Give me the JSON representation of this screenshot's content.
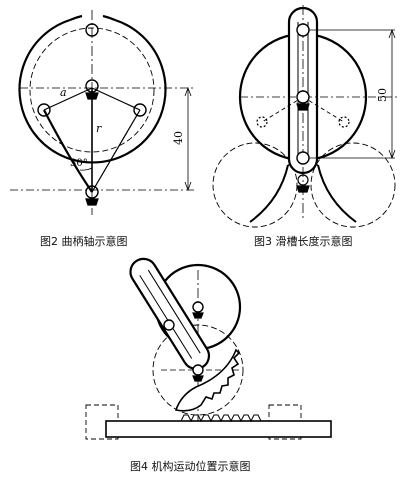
{
  "captions": {
    "fig2": "图2  曲柄轴示意图",
    "fig3": "图3  滑槽长度示意图",
    "fig4": "图4  机构运动位置示意图"
  },
  "fig2_labels": {
    "a": "a",
    "r": "r",
    "angle": "30°",
    "dim": "40"
  },
  "fig3_labels": {
    "dim": "50"
  }
}
